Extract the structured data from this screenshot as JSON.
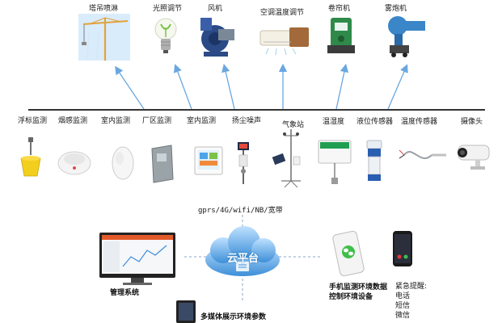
{
  "top_outputs": [
    {
      "label": "塔吊喷淋",
      "icon": "tower-crane-spray-icon"
    },
    {
      "label": "光照调节",
      "icon": "light-bulb-icon"
    },
    {
      "label": "风机",
      "icon": "fan-blower-icon"
    },
    {
      "label": "空调温度调节",
      "icon": "air-conditioner-icon"
    },
    {
      "label": "卷帘机",
      "icon": "roller-shutter-motor-icon"
    },
    {
      "label": "雾炮机",
      "icon": "fog-cannon-icon"
    }
  ],
  "sensors": [
    {
      "label": "浮标监测",
      "icon": "buoy-icon"
    },
    {
      "label": "烟感监测",
      "icon": "smoke-detector-icon"
    },
    {
      "label": "室内监测",
      "icon": "indoor-sensor-round-icon"
    },
    {
      "label": "厂区监测",
      "icon": "factory-monitor-box-icon"
    },
    {
      "label": "室内监测",
      "icon": "indoor-display-panel-icon"
    },
    {
      "label": "扬尘噪声",
      "icon": "dust-noise-monitor-icon"
    },
    {
      "label": "气象站",
      "icon": "weather-station-icon"
    },
    {
      "label": "温湿度",
      "icon": "temp-humidity-sensor-icon"
    },
    {
      "label": "液位传感器",
      "icon": "level-sensor-icon"
    },
    {
      "label": "温度传感器",
      "icon": "temperature-probe-icon"
    },
    {
      "label": "摄像头",
      "icon": "camera-icon"
    }
  ],
  "network_label": "gprs/4G/wifi/NB/宽带",
  "cloud_label": "云平台",
  "management": {
    "label": "管理系统"
  },
  "mobile": {
    "line1": "手机监测环境数据",
    "line2": "控制环境设备"
  },
  "emergency": {
    "title": "紧急提醒:",
    "items": [
      "电话",
      "短信",
      "微信"
    ]
  },
  "multimedia": {
    "label": "多媒体展示环境参数"
  },
  "colors": {
    "arrow": "#6aa7e0",
    "bus": "#333333",
    "cloud": "#4a9de0"
  }
}
